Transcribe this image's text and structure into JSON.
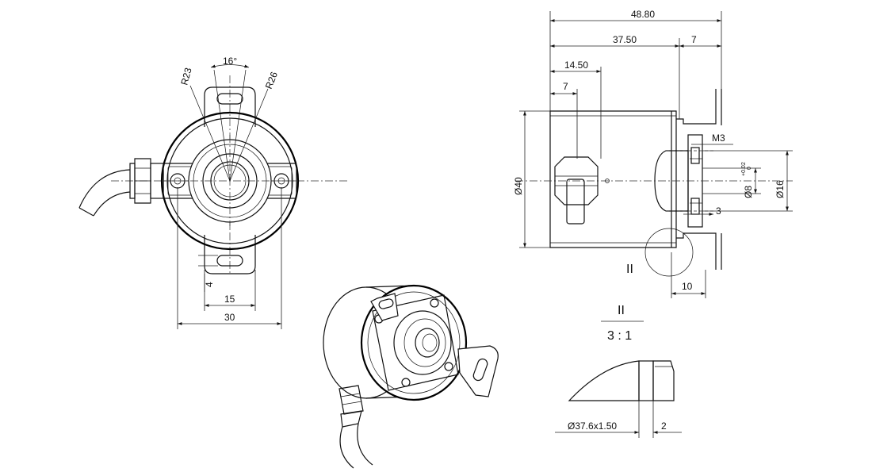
{
  "front_view": {
    "angle_label": "16°",
    "radius_inner_label": "R23",
    "radius_outer_label": "R26",
    "dim_height_label": "4",
    "dim_15_label": "15",
    "dim_30_label": "30"
  },
  "side_view": {
    "dim_overall": "48.80",
    "dim_body": "37.50",
    "dim_flange": "7",
    "dim_cable_pos": "14.50",
    "dim_cable_offset": "7",
    "dim_diameter_body": "Ø40",
    "thread_label": "M3",
    "dim_bore": "Ø8",
    "bore_tolerance_upper": "+0.02",
    "bore_tolerance_lower": "0",
    "dim_hub": "Ø16",
    "dim_3": "3",
    "dim_10": "10",
    "detail_marker": "II"
  },
  "detail_view": {
    "marker": "II",
    "scale": "3 : 1",
    "dim_groove": "Ø37.6x1.50",
    "dim_2": "2"
  }
}
